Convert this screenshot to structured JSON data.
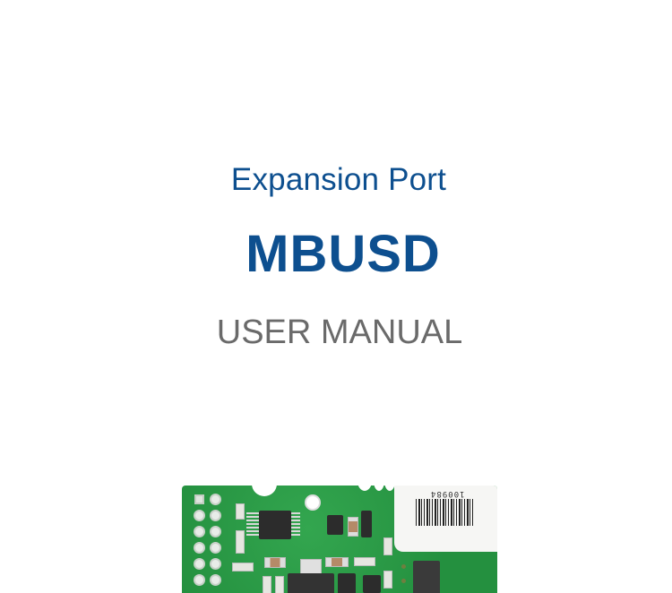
{
  "cover": {
    "subtitle": "Expansion Port",
    "product_name": "MBUSD",
    "document_type": "USER MANUAL"
  },
  "photo": {
    "description": "Green printed circuit board of the MBUSD expansion port module",
    "serial_label": "100984",
    "colors": {
      "pcb": "#2a9a45",
      "title_blue": "#0d4f8f",
      "doc_type_gray": "#6a6a6a"
    }
  }
}
